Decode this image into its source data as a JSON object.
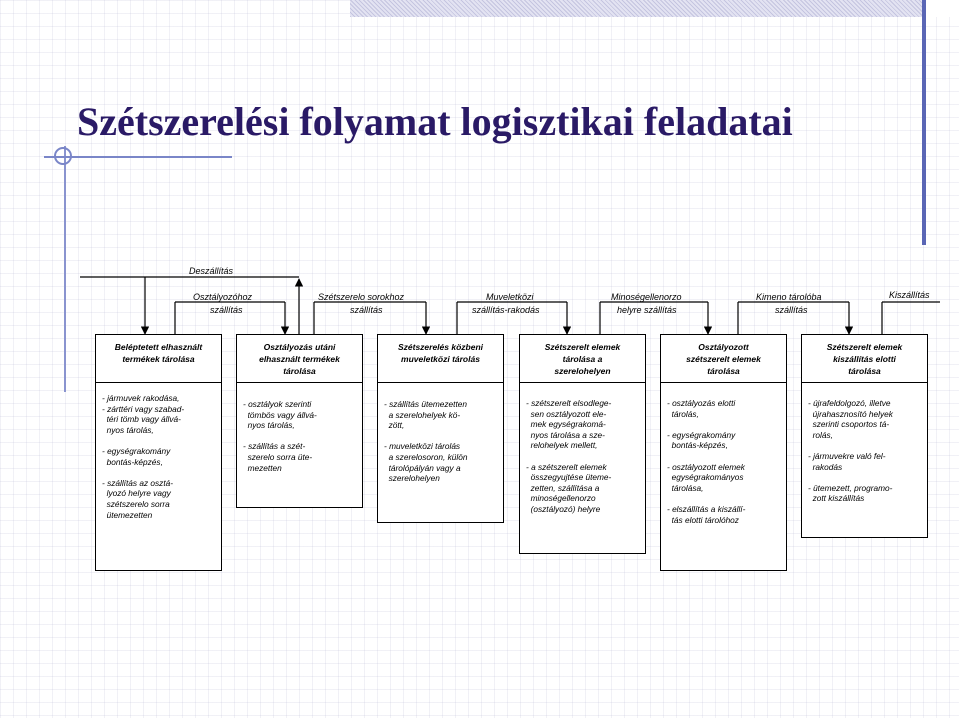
{
  "title": "Szétszerelési folyamat logisztikai feladatai",
  "colors": {
    "title": "#2a1a66",
    "accent": "#5a66b5"
  },
  "transitions": {
    "deszallitas": "Deszállítás",
    "t1": [
      "Osztályozóhoz",
      "szállítás"
    ],
    "t2": [
      "Szétszerelo sorokhoz",
      "szállítás"
    ],
    "t3": [
      "Muveletközi",
      "szállítás-rakodás"
    ],
    "t4": [
      "Minoségellenorzo",
      "helyre szállítás"
    ],
    "t5": [
      "Kimeno tárolóba",
      "szállítás"
    ],
    "kiszallitas": "Kiszállítás"
  },
  "boxes": [
    {
      "head": [
        "Beléptetett elhasznált",
        "termékek tárolása"
      ],
      "body": [
        "- jármuvek rakodása,",
        "- zárttéri vagy szabad-",
        "  téri tömb vagy állvá-",
        "  nyos tárolás,",
        "",
        "- egységrakomány",
        "  bontás-képzés,",
        "",
        "- szállítás az osztá-",
        "  lyozó helyre vagy",
        "  szétszerelo sorra",
        "  ütemezetten"
      ]
    },
    {
      "head": [
        "Osztályozás utáni",
        "elhasznált termékek",
        "tárolása"
      ],
      "body": [
        "- osztályok szerinti",
        "  tömbös vagy állvá-",
        "  nyos tárolás,",
        "",
        "- szállítás a szét-",
        "  szerelo sorra üte-",
        "  mezetten"
      ]
    },
    {
      "head": [
        "Szétszerelés közbeni",
        "muveletközi tárolás"
      ],
      "body": [
        "- szállítás ütemezetten",
        "  a szerelohelyek kö-",
        "  zött,",
        "",
        "- muveletközi tárolás",
        "  a szerelosoron, külön",
        "  tárolópályán vagy a",
        "  szerelohelyen"
      ]
    },
    {
      "head": [
        "Szétszerelt elemek",
        "tárolása a",
        "szerelohelyen"
      ],
      "body": [
        "- szétszerelt elsodlege-",
        "  sen osztályozott ele-",
        "  mek egységrakomá-",
        "  nyos tárolása a sze-",
        "  relohelyek mellett,",
        "",
        "- a szétszerelt elemek",
        "  összegyujtése üteme-",
        "  zetten, szállítása a",
        "  minoségellenorzo",
        "  (osztályozó) helyre"
      ]
    },
    {
      "head": [
        "Osztályozott",
        "szétszerelt elemek",
        "tárolása"
      ],
      "body": [
        "- osztályozás elotti",
        "  tárolás,",
        "",
        "- egységrakomány",
        "  bontás-képzés,",
        "",
        "- osztályozott elemek",
        "  egységrakományos",
        "  tárolása,",
        "",
        "- elszállítás a kiszállí-",
        "  tás elotti tárolóhoz"
      ]
    },
    {
      "head": [
        "Szétszerelt elemek",
        "kiszállítás elotti",
        "tárolása"
      ],
      "body": [
        "- újrafeldolgozó, illetve",
        "  újrahasznosító helyek",
        "  szerinti csoportos tá-",
        "  rolás,",
        "",
        "- jármuvekre való fel-",
        "  rakodás",
        "",
        "- ütemezett, programo-",
        "  zott kiszállítás"
      ]
    }
  ]
}
